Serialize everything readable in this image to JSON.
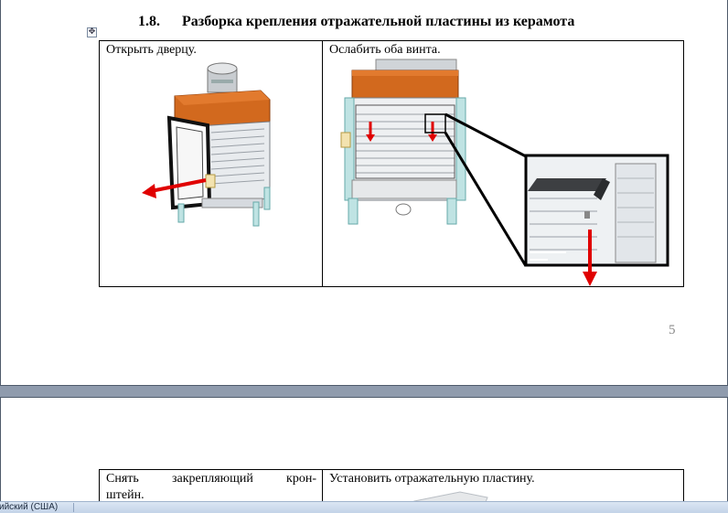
{
  "document": {
    "section_number": "1.8.",
    "section_title": "Разборка крепления отражательной пластины из керамота",
    "page_number": "5",
    "steps_page1": [
      {
        "text": "Открыть дверцу."
      },
      {
        "text": "Ослабить оба винта."
      }
    ],
    "steps_page2": [
      {
        "text_line1": "Снять закрепляющий крон-",
        "text_line2": "штейн."
      },
      {
        "text": "Установить отражательную пластину."
      }
    ]
  },
  "statusbar": {
    "language": "ийский (США)"
  },
  "colors": {
    "workspace": "#8f9bad",
    "orange_top": "#d2691e",
    "arrow_red": "#e00000"
  }
}
